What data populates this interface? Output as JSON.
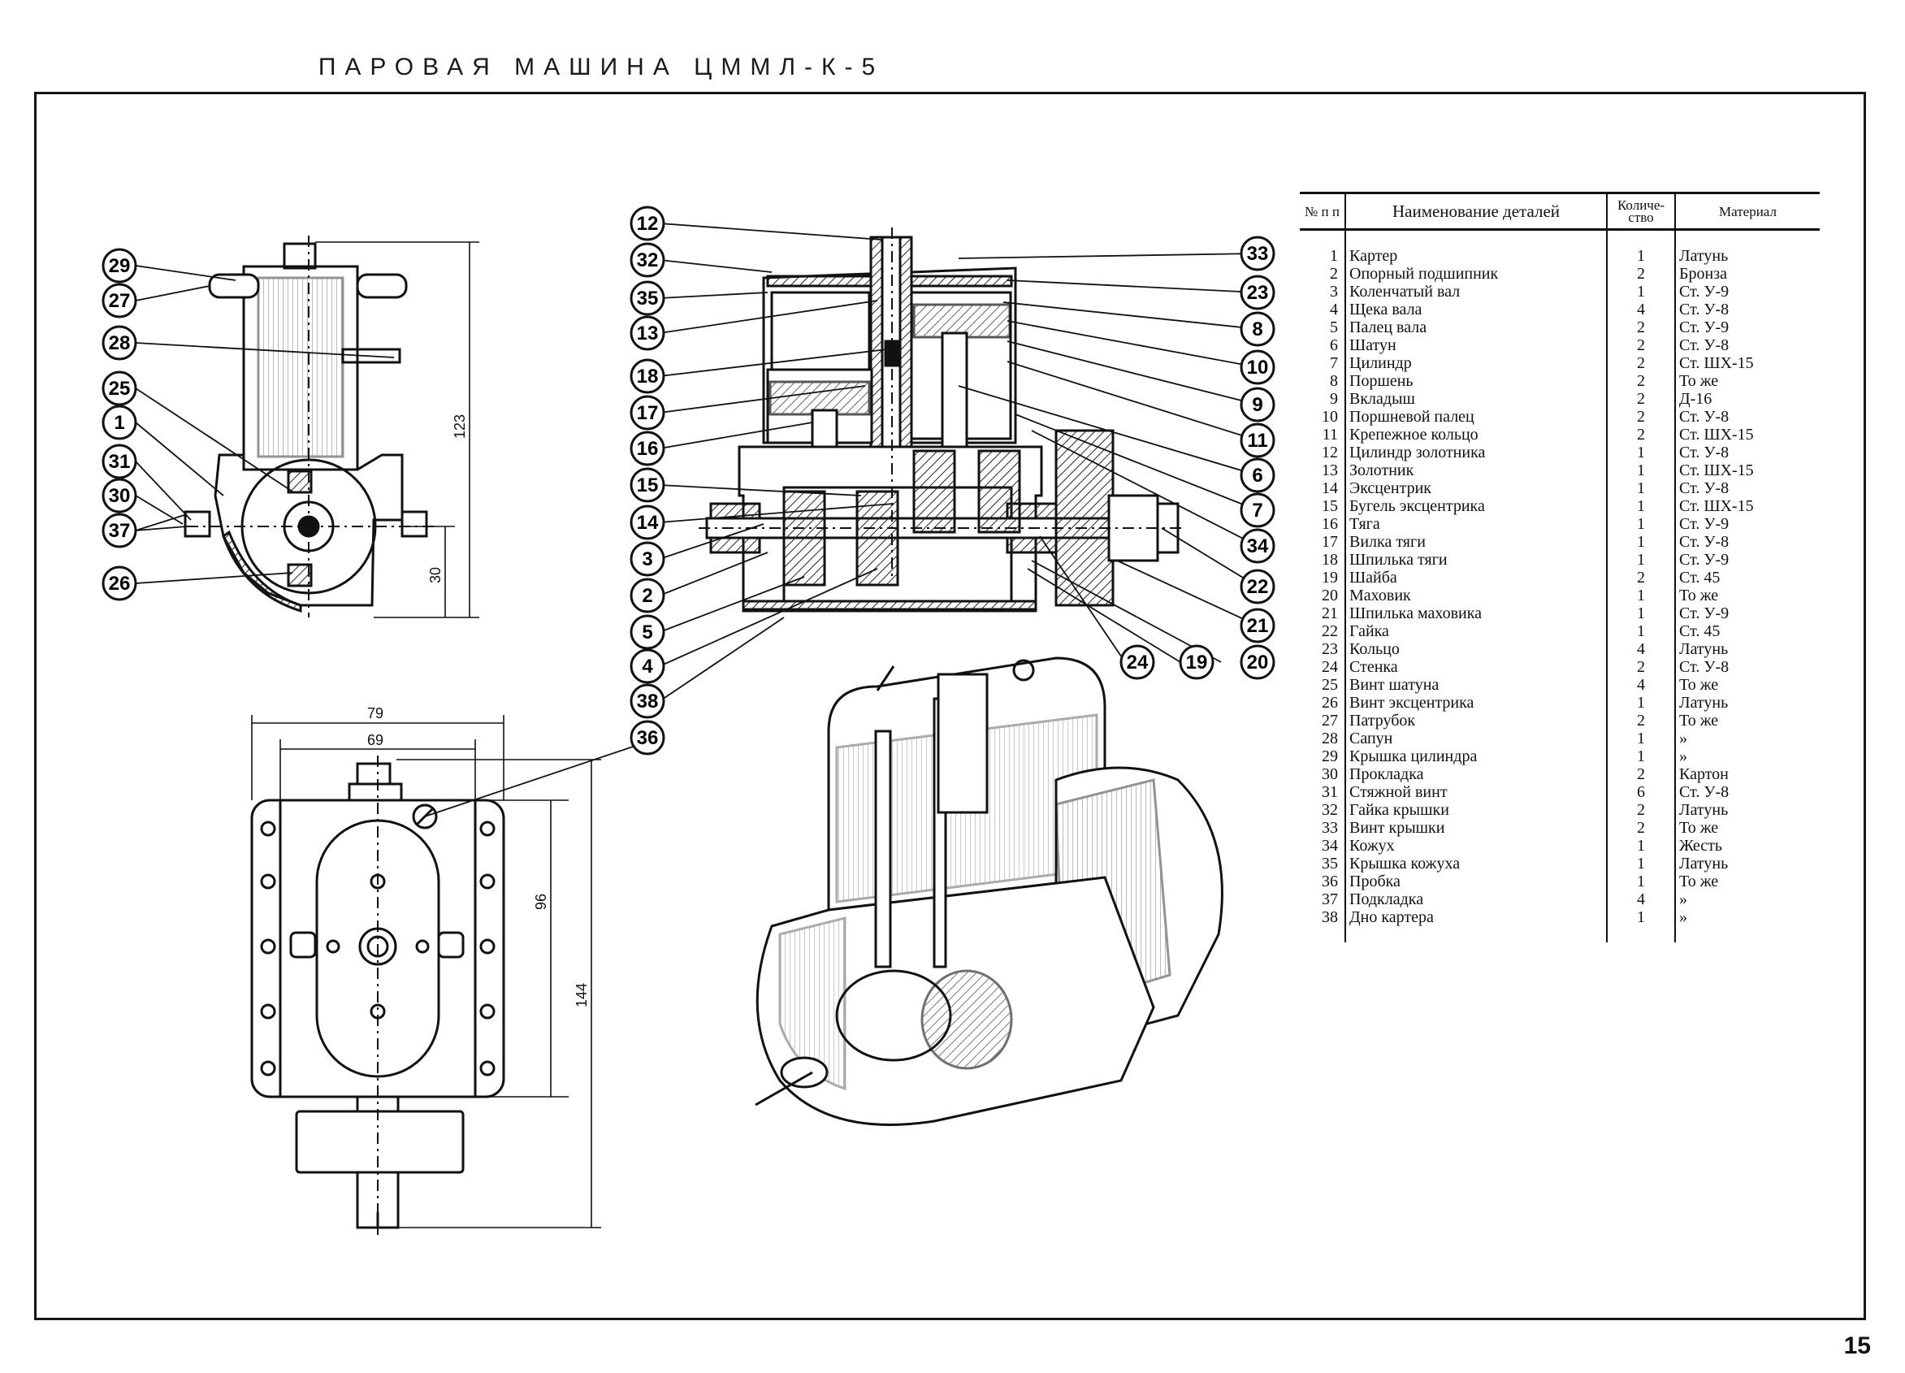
{
  "header": {
    "title": "ПАРОВАЯ МАШИНА ЦММЛ-К-5"
  },
  "page_number": "15",
  "callouts": {
    "side_view": [
      "29",
      "27",
      "28",
      "25",
      "1",
      "31",
      "30",
      "37",
      "26"
    ],
    "section_left": [
      "12",
      "32",
      "35",
      "13",
      "18",
      "17",
      "16",
      "15",
      "14",
      "3",
      "2",
      "5",
      "4",
      "38"
    ],
    "section_right": [
      "33",
      "23",
      "8",
      "10",
      "9",
      "11",
      "6",
      "7",
      "34",
      "22",
      "21",
      "20",
      "19",
      "24"
    ],
    "bottom_view": [
      "36"
    ]
  },
  "dimensions": {
    "height_total": "123",
    "height_axis": "30",
    "width_outer": "79",
    "width_inner": "69",
    "length_inner": "96",
    "length_total": "144"
  },
  "table": {
    "headers": {
      "number": "№ п п",
      "name": "Наименование деталей",
      "quantity": "Количе- ство",
      "material": "Материал"
    },
    "rows": [
      {
        "n": "1",
        "name": "Картер",
        "q": "1",
        "m": "Латунь"
      },
      {
        "n": "2",
        "name": "Опорный подшипник",
        "q": "2",
        "m": "Бронза"
      },
      {
        "n": "3",
        "name": "Коленчатый вал",
        "q": "1",
        "m": "Ст. У-9"
      },
      {
        "n": "4",
        "name": "Щека вала",
        "q": "4",
        "m": "Ст. У-8"
      },
      {
        "n": "5",
        "name": "Палец вала",
        "q": "2",
        "m": "Ст. У-9"
      },
      {
        "n": "6",
        "name": "Шатун",
        "q": "2",
        "m": "Ст. У-8"
      },
      {
        "n": "7",
        "name": "Цилиндр",
        "q": "2",
        "m": "Ст. ШХ-15"
      },
      {
        "n": "8",
        "name": "Поршень",
        "q": "2",
        "m": "То же"
      },
      {
        "n": "9",
        "name": "Вкладыш",
        "q": "2",
        "m": "Д-16"
      },
      {
        "n": "10",
        "name": "Поршневой палец",
        "q": "2",
        "m": "Ст. У-8"
      },
      {
        "n": "11",
        "name": "Крепежное кольцо",
        "q": "2",
        "m": "Ст. ШХ-15"
      },
      {
        "n": "12",
        "name": "Цилиндр золотника",
        "q": "1",
        "m": "Ст. У-8"
      },
      {
        "n": "13",
        "name": "Золотник",
        "q": "1",
        "m": "Ст. ШХ-15"
      },
      {
        "n": "14",
        "name": "Эксцентрик",
        "q": "1",
        "m": "Ст. У-8"
      },
      {
        "n": "15",
        "name": "Бугель эксцентрика",
        "q": "1",
        "m": "Ст. ШХ-15"
      },
      {
        "n": "16",
        "name": "Тяга",
        "q": "1",
        "m": "Ст. У-9"
      },
      {
        "n": "17",
        "name": "Вилка тяги",
        "q": "1",
        "m": "Ст. У-8"
      },
      {
        "n": "18",
        "name": "Шпилька тяги",
        "q": "1",
        "m": "Ст. У-9"
      },
      {
        "n": "19",
        "name": "Шайба",
        "q": "2",
        "m": "Ст. 45"
      },
      {
        "n": "20",
        "name": "Маховик",
        "q": "1",
        "m": "То же"
      },
      {
        "n": "21",
        "name": "Шпилька маховика",
        "q": "1",
        "m": "Ст. У-9"
      },
      {
        "n": "22",
        "name": "Гайка",
        "q": "1",
        "m": "Ст. 45"
      },
      {
        "n": "23",
        "name": "Кольцо",
        "q": "4",
        "m": "Латунь"
      },
      {
        "n": "24",
        "name": "Стенка",
        "q": "2",
        "m": "Ст. У-8"
      },
      {
        "n": "25",
        "name": "Винт шатуна",
        "q": "4",
        "m": "То же"
      },
      {
        "n": "26",
        "name": "Винт эксцентрика",
        "q": "1",
        "m": "Латунь"
      },
      {
        "n": "27",
        "name": "Патрубок",
        "q": "2",
        "m": "То же"
      },
      {
        "n": "28",
        "name": "Сапун",
        "q": "1",
        "m": "»"
      },
      {
        "n": "29",
        "name": "Крышка цилиндра",
        "q": "1",
        "m": "»"
      },
      {
        "n": "30",
        "name": "Прокладка",
        "q": "2",
        "m": "Картон"
      },
      {
        "n": "31",
        "name": "Стяжной винт",
        "q": "6",
        "m": "Ст. У-8"
      },
      {
        "n": "32",
        "name": "Гайка крышки",
        "q": "2",
        "m": "Латунь"
      },
      {
        "n": "33",
        "name": "Винт крышки",
        "q": "2",
        "m": "То же"
      },
      {
        "n": "34",
        "name": "Кожух",
        "q": "1",
        "m": "Жесть"
      },
      {
        "n": "35",
        "name": "Крышка кожуха",
        "q": "1",
        "m": "Латунь"
      },
      {
        "n": "36",
        "name": "Пробка",
        "q": "1",
        "m": "То же"
      },
      {
        "n": "37",
        "name": "Подкладка",
        "q": "4",
        "m": "»"
      },
      {
        "n": "38",
        "name": "Дно картера",
        "q": "1",
        "m": "»"
      }
    ]
  }
}
